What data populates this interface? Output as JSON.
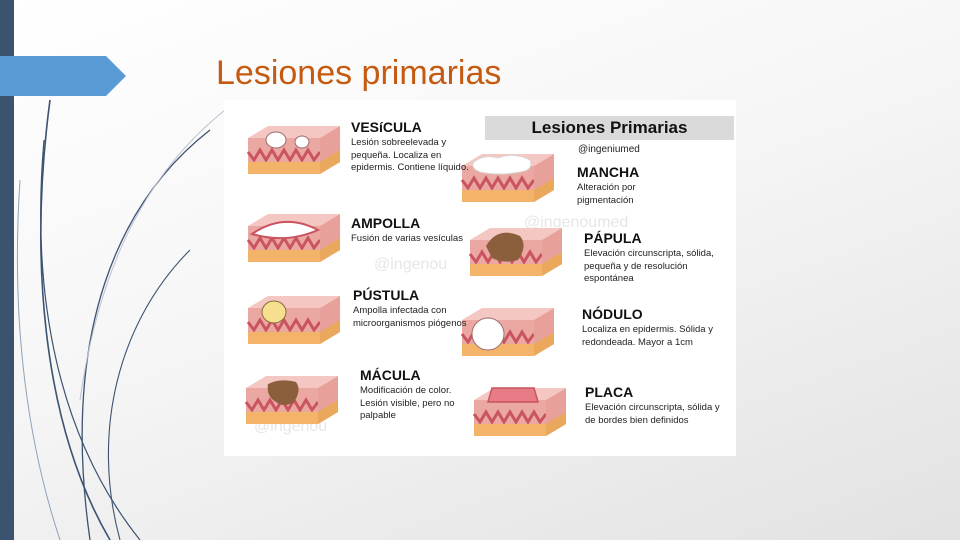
{
  "slide": {
    "title": "Lesiones primarias"
  },
  "panel": {
    "banner": "Lesiones Primarias",
    "handle": "@ingeniumed",
    "watermarks": [
      "@ingenoumed",
      "@ingenou",
      "@ingenou"
    ]
  },
  "lesions": [
    {
      "name": "VESíCULA",
      "desc": "Lesión sobreelevada y pequeña. Localiza en epidermis. Contiene líquido."
    },
    {
      "name": "MANCHA",
      "desc": "Alteración por pigmentación"
    },
    {
      "name": "AMPOLLA",
      "desc": "Fusión de varias vesículas"
    },
    {
      "name": "PÁPULA",
      "desc": "Elevación circunscripta, sólida, pequeña y de resolución espontánea"
    },
    {
      "name": "PÚSTULA",
      "desc": "Ampolla infectada con microorganismos piógenos"
    },
    {
      "name": "NÓDULO",
      "desc": "Localiza en epidermis. Sólida y redondeada. Mayor a 1cm"
    },
    {
      "name": "MÁCULA",
      "desc": "Modificación de color. Lesión visible, pero no palpable"
    },
    {
      "name": "PLACA",
      "desc": "Elevación circunscripta, sólida y de bordes bien definidos"
    }
  ],
  "colors": {
    "title": "#c55a11",
    "accent_arrow": "#5b9bd5",
    "left_bar": "#3c5370",
    "skin_top": "#f4c7c3",
    "skin_side": "#eba8a3",
    "dermis_line": "#c9545f",
    "fat_layer": "#f3b46a",
    "fluid": "#ffffff",
    "pus": "#f6e08f",
    "pigment": "#8b5e3c"
  }
}
